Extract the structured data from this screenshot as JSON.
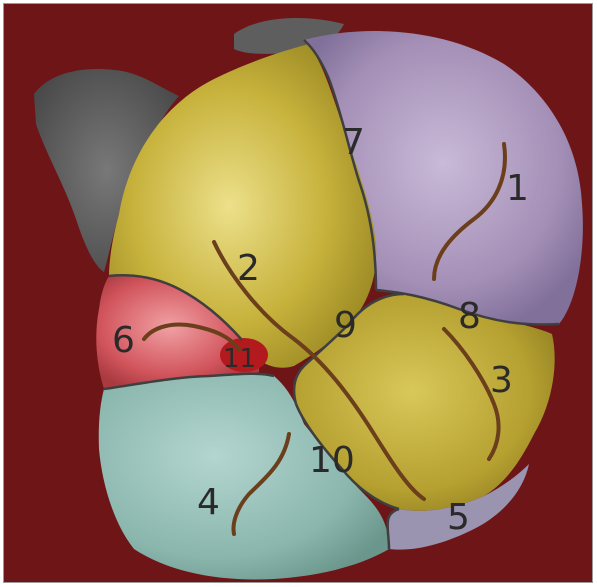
{
  "colors": {
    "background": "#6e1518",
    "gray_lobe": "#5c5c5c",
    "purple_region": "#a48fb6",
    "yellow_region": "#c2ad37",
    "yellow_lower_region": "#b7a234",
    "pink_region": "#d2555d",
    "teal_region": "#8ab6ad",
    "lavender_region": "#9a94b0",
    "red_spot": "#b31a1e",
    "fissure": "#6b3e1c",
    "label": "#2a2a2a"
  },
  "labels": {
    "l1": "1",
    "l2": "2",
    "l3": "3",
    "l4": "4",
    "l5": "5",
    "l6": "6",
    "l7": "7",
    "l8": "8",
    "l9": "9",
    "l10": "10",
    "l11": "11"
  }
}
